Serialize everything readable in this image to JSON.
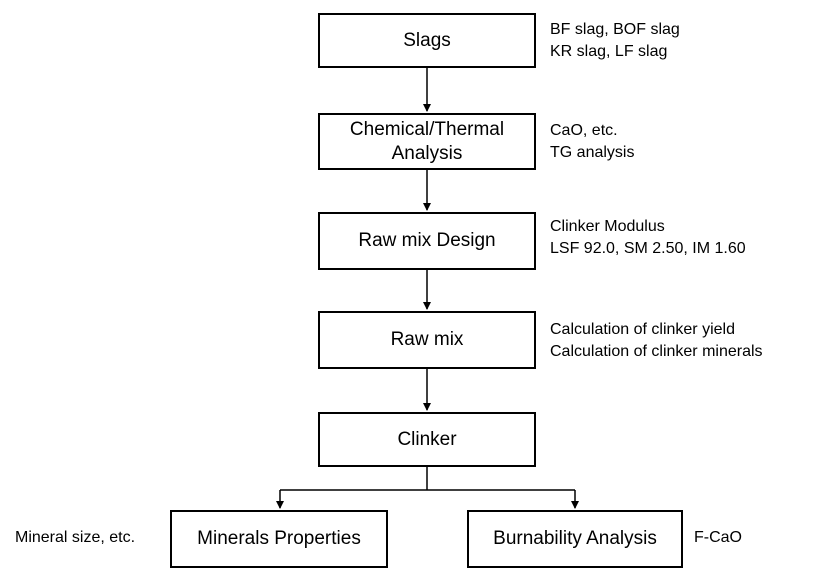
{
  "nodes": {
    "slags": "Slags",
    "analysis_line1": "Chemical/Thermal",
    "analysis_line2": "Analysis",
    "design": "Raw mix Design",
    "rawmix": "Raw mix",
    "clinker": "Clinker",
    "minerals": "Minerals Properties",
    "burnability": "Burnability Analysis"
  },
  "notes": {
    "slags": [
      "BF slag, BOF slag",
      "KR slag, LF slag"
    ],
    "analysis": [
      "CaO, etc.",
      "TG analysis"
    ],
    "design": [
      "Clinker Modulus",
      "LSF 92.0, SM 2.50, IM 1.60"
    ],
    "rawmix": [
      "Calculation of clinker yield",
      "Calculation of clinker minerals"
    ],
    "minerals": "Mineral size, etc.",
    "burnability": "F-CaO"
  },
  "colors": {
    "stroke": "#000000",
    "fill": "#ffffff",
    "text": "#000000"
  }
}
